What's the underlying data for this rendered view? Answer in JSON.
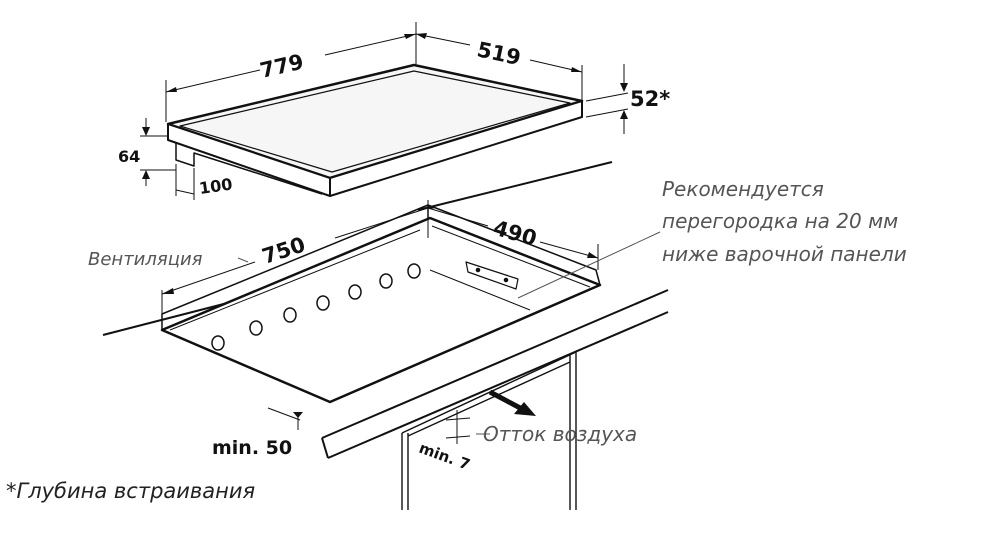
{
  "dimensions": {
    "hob_width": "779",
    "hob_depth": "519",
    "hob_height": "52*",
    "hob_side_height": "64",
    "hob_offset": "100",
    "cutout_width": "750",
    "cutout_depth": "490",
    "min_front": "min. 50",
    "min_gap": "min. 7"
  },
  "labels": {
    "ventilation": "Вентиляция",
    "partition_line1": "Рекомендуется",
    "partition_line2": "перегородка на 20 мм",
    "partition_line3": "ниже варочной панели",
    "air_outflow": "Отток воздуха",
    "footnote": "*Глубина встраивания"
  },
  "colors": {
    "line": "#111111",
    "note_text": "#555555",
    "hob_top": "#f4f4f4"
  }
}
